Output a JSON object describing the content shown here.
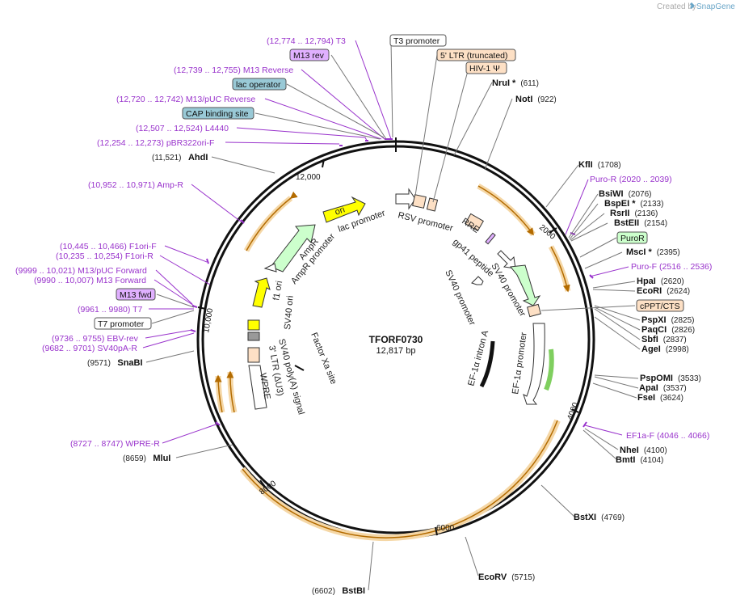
{
  "watermark": "Created by",
  "brand": "SnapGene",
  "plasmid": {
    "name": "TFORF0730",
    "size": "12,817 bp"
  },
  "ruler": [
    "12,000",
    "2000",
    "4000",
    "6000",
    "8000",
    "10,000"
  ],
  "primers": [
    {
      "name": "T3",
      "range": "(12,774 .. 12,794)"
    },
    {
      "name": "M13 Reverse",
      "range": "(12,739 .. 12,755)"
    },
    {
      "name": "M13/pUC Reverse",
      "range": "(12,720 .. 12,742)"
    },
    {
      "name": "L4440",
      "range": "(12,507 .. 12,524)"
    },
    {
      "name": "pBR322ori-F",
      "range": "(12,254 .. 12,273)"
    },
    {
      "name": "Amp-R",
      "range": "(10,952 .. 10,971)"
    },
    {
      "name": "F1ori-F",
      "range": "(10,445 .. 10,466)"
    },
    {
      "name": "F1ori-R",
      "range": "(10,235 .. 10,254)"
    },
    {
      "name": "M13/pUC Forward",
      "range": "(9999 .. 10,021)"
    },
    {
      "name": "M13 Forward",
      "range": "(9990 .. 10,007)"
    },
    {
      "name": "T7",
      "range": "(9961 .. 9980)"
    },
    {
      "name": "EBV-rev",
      "range": "(9736 .. 9755)"
    },
    {
      "name": "SV40pA-R",
      "range": "(9682 .. 9701)"
    },
    {
      "name": "WPRE-R",
      "range": "(8727 .. 8747)"
    },
    {
      "name": "Puro-R",
      "range": "(2020 .. 2039)"
    },
    {
      "name": "Puro-F",
      "range": "(2516 .. 2536)"
    },
    {
      "name": "EF1a-F",
      "range": "(4046 .. 4066)"
    }
  ],
  "enzymes_left": [
    {
      "name": "AhdI",
      "pos": "(11,521)"
    },
    {
      "name": "SnaBI",
      "pos": "(9571)"
    },
    {
      "name": "MluI",
      "pos": "(8659)"
    },
    {
      "name": "BstBI",
      "pos": "(6602)"
    }
  ],
  "enzymes_right": [
    {
      "name": "NruI *",
      "pos": "(611)"
    },
    {
      "name": "NotI",
      "pos": "(922)"
    },
    {
      "name": "KflI",
      "pos": "(1708)"
    },
    {
      "name": "BsiWI",
      "pos": "(2076)"
    },
    {
      "name": "BspEI *",
      "pos": "(2133)"
    },
    {
      "name": "RsrII",
      "pos": "(2136)"
    },
    {
      "name": "BstEII",
      "pos": "(2154)"
    },
    {
      "name": "MscI *",
      "pos": "(2395)"
    },
    {
      "name": "HpaI",
      "pos": "(2620)"
    },
    {
      "name": "EcoRI",
      "pos": "(2624)"
    },
    {
      "name": "PspXI",
      "pos": "(2825)"
    },
    {
      "name": "PaqCI",
      "pos": "(2826)"
    },
    {
      "name": "SbfI",
      "pos": "(2837)"
    },
    {
      "name": "AgeI",
      "pos": "(2998)"
    },
    {
      "name": "PspOMI",
      "pos": "(3533)"
    },
    {
      "name": "ApaI",
      "pos": "(3537)"
    },
    {
      "name": "FseI",
      "pos": "(3624)"
    },
    {
      "name": "NheI",
      "pos": "(4100)"
    },
    {
      "name": "BmtI",
      "pos": "(4104)"
    },
    {
      "name": "BstXI",
      "pos": "(4769)"
    },
    {
      "name": "EcoRV",
      "pos": "(5715)"
    }
  ],
  "boxed_labels": {
    "m13rev": "M13 rev",
    "lac_operator": "lac operator",
    "cap_site": "CAP binding site",
    "m13fwd": "M13 fwd",
    "t7_promoter": "T7 promoter",
    "t3_promoter": "T3 promoter",
    "ltr5": "5' LTR (truncated)",
    "hiv": "HIV-1 Ψ",
    "puror": "PuroR",
    "cppt": "cPPT/CTS"
  },
  "features": {
    "ori": "ori",
    "ampr": "AmpR",
    "ampr_promoter": "AmpR promoter",
    "lac_promoter": "lac promoter",
    "f1ori": "f1 ori",
    "sv40ori": "SV40 ori",
    "rsv_promoter": "RSV promoter",
    "rre": "RRE",
    "gp41": "gp41 peptide",
    "sv40_promoter_a": "SV40 promoter",
    "sv40_promoter_b": "SV40 promoter",
    "ef1a_intron": "EF-1α intron A",
    "ef1a_promoter": "EF-1α promoter",
    "factor_xa": "Factor Xa site",
    "sv40_polya": "SV40 poly(A) signal",
    "ltr3": "3' LTR (ΔU3)",
    "wpre": "WPRE"
  },
  "colors": {
    "primer": "#9933cc",
    "orf_arc": "#f5d7a6",
    "orf_arrow": "#b36b00",
    "ori_yellow": "#ffff00",
    "ampr_green": "#ccffcc",
    "cap_blue": "#99c9d6",
    "m13_purple": "#e0b0ff",
    "ltr_peach": "#fde0c5",
    "puror_green": "#ccffcc"
  }
}
